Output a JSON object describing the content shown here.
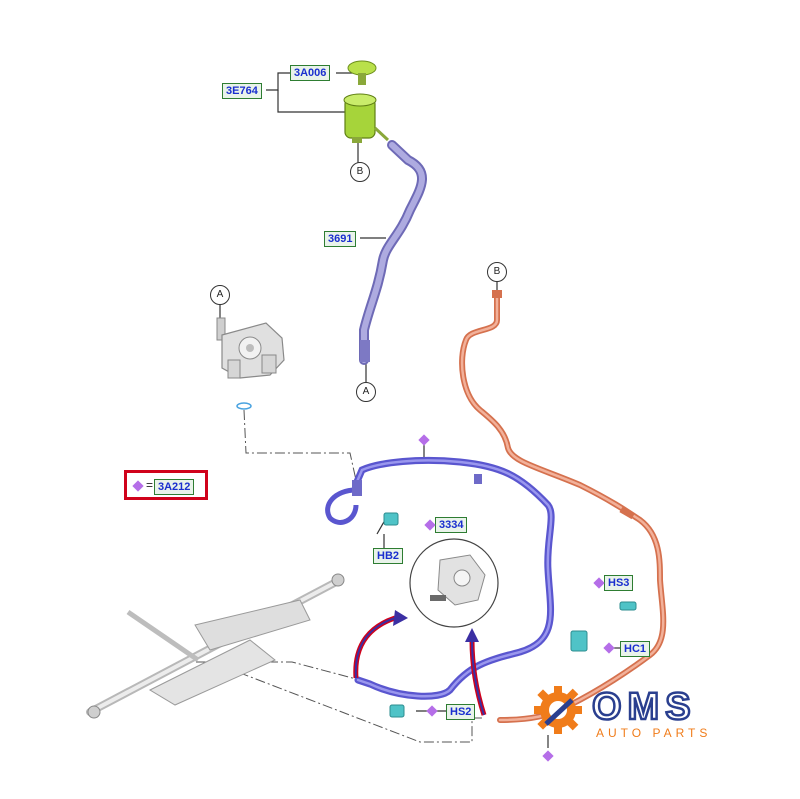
{
  "labels": {
    "l_3a006": "3A006",
    "l_3e764": "3E764",
    "l_3691": "3691",
    "l_3a212": "3A212",
    "l_3334": "3334",
    "l_hb2": "HB2",
    "l_hs3": "HS3",
    "l_hc1": "HC1",
    "l_hs2": "HS2"
  },
  "callouts": {
    "b_top": "B",
    "b_right": "B",
    "a_top": "A",
    "a_bottom": "A"
  },
  "prefix_sign": "=",
  "logo": {
    "brand": "OMS",
    "tagline": "AUTO PARTS"
  },
  "colors": {
    "label_text": "#1a2fcf",
    "label_fill": "#e9f3ea",
    "label_border": "#2e7d32",
    "diamond": "#b56ee8",
    "highlight": "#d0021b",
    "hose_blue": "#6a66d8",
    "hose_purple": "#9d9ad2",
    "hose_orange": "#e58a6e",
    "reservoir": "#a6d43a",
    "logo_gear": "#f07c1a",
    "logo_text": "#2a3f8f"
  }
}
